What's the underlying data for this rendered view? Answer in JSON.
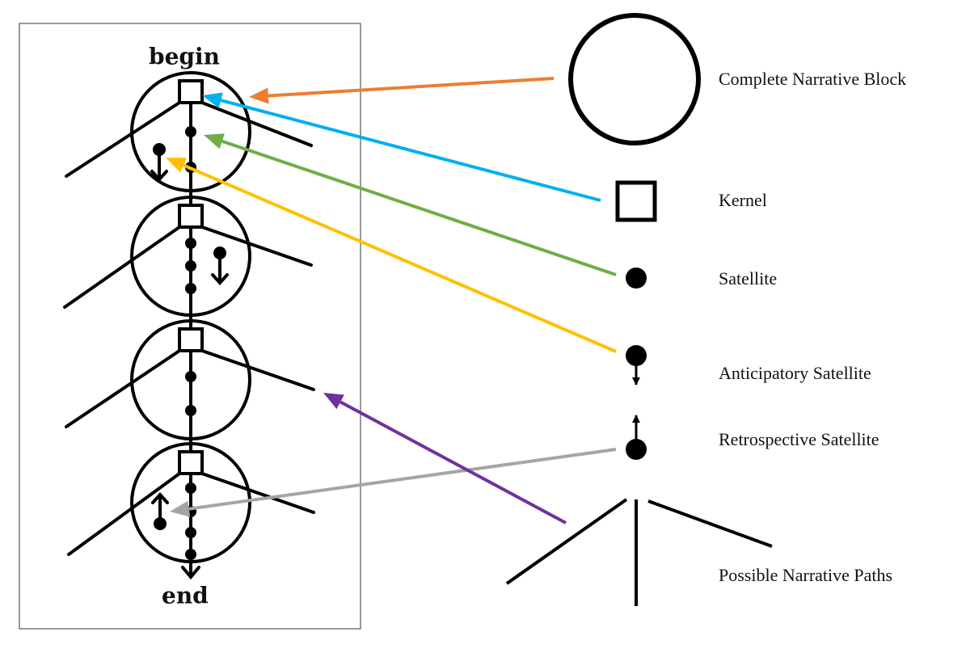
{
  "figure": {
    "begin_label": "begin",
    "end_label": "end"
  },
  "legend": [
    {
      "key": "block",
      "label": "Complete Narrative Block",
      "arrow_color": "#ED7D31"
    },
    {
      "key": "kernel",
      "label": "Kernel",
      "arrow_color": "#00B0F0"
    },
    {
      "key": "satellite",
      "label": "Satellite",
      "arrow_color": "#70AD47"
    },
    {
      "key": "anticipatory",
      "label": "Anticipatory Satellite",
      "arrow_color": "#FFC000"
    },
    {
      "key": "retrospective",
      "label": "Retrospective Satellite",
      "arrow_color": "#A5A5A5"
    },
    {
      "key": "paths",
      "label": "Possible Narrative Paths",
      "arrow_color": "#7030A0"
    }
  ]
}
